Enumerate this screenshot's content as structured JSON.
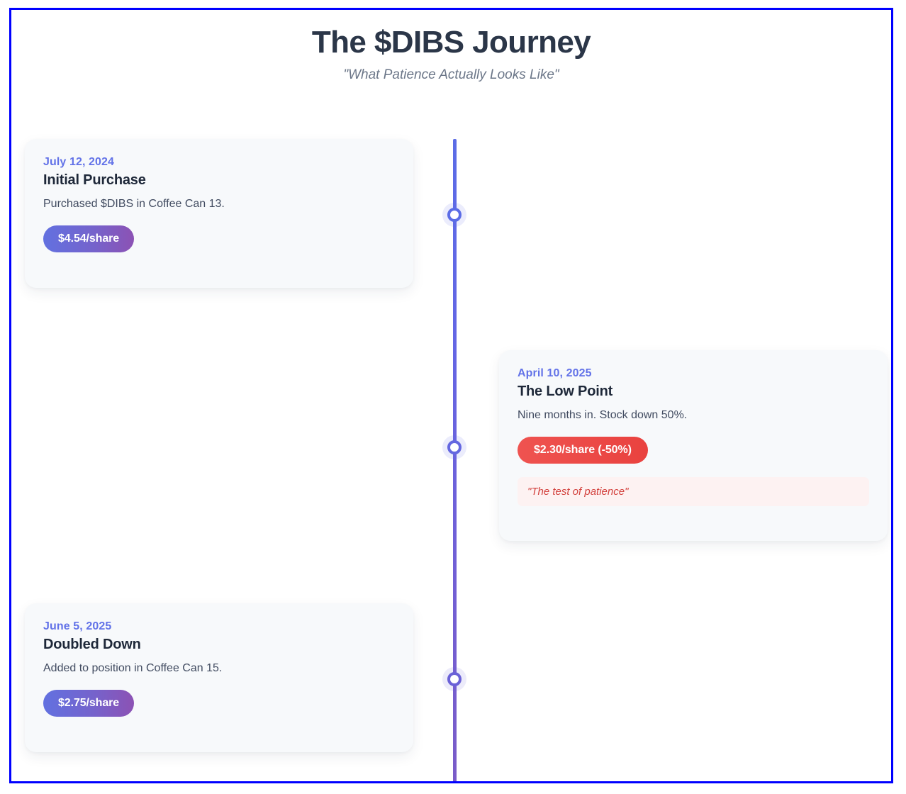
{
  "header": {
    "title": "The $DIBS Journey",
    "subtitle": "\"What Patience Actually Looks Like\""
  },
  "theme": {
    "frame_border": "#0000ff",
    "accent_blue": "#6272e8",
    "accent_purple": "#8c52b4",
    "danger_red": "#e9423f",
    "card_bg": "#f7f9fb",
    "title_color": "#1e2839"
  },
  "timeline": {
    "line_gradient_start": "#5b6ce6",
    "line_gradient_end": "#7a5cc8",
    "markers": [
      {
        "name": "marker-initial-purchase"
      },
      {
        "name": "marker-low-point"
      },
      {
        "name": "marker-doubled-down"
      }
    ],
    "events": [
      {
        "date": "July 12, 2024",
        "title": "Initial Purchase",
        "description": "Purchased $DIBS in Coffee Can 13.",
        "badge": "$4.54/share",
        "badge_type": "gain",
        "side": "left",
        "quote": null
      },
      {
        "date": "April 10, 2025",
        "title": "The Low Point",
        "description": "Nine months in. Stock down 50%.",
        "badge": "$2.30/share (-50%)",
        "badge_type": "loss",
        "side": "right",
        "quote": "\"The test of patience\""
      },
      {
        "date": "June 5, 2025",
        "title": "Doubled Down",
        "description": "Added to position in Coffee Can 15.",
        "badge": "$2.75/share",
        "badge_type": "gain",
        "side": "left",
        "quote": null
      }
    ]
  }
}
